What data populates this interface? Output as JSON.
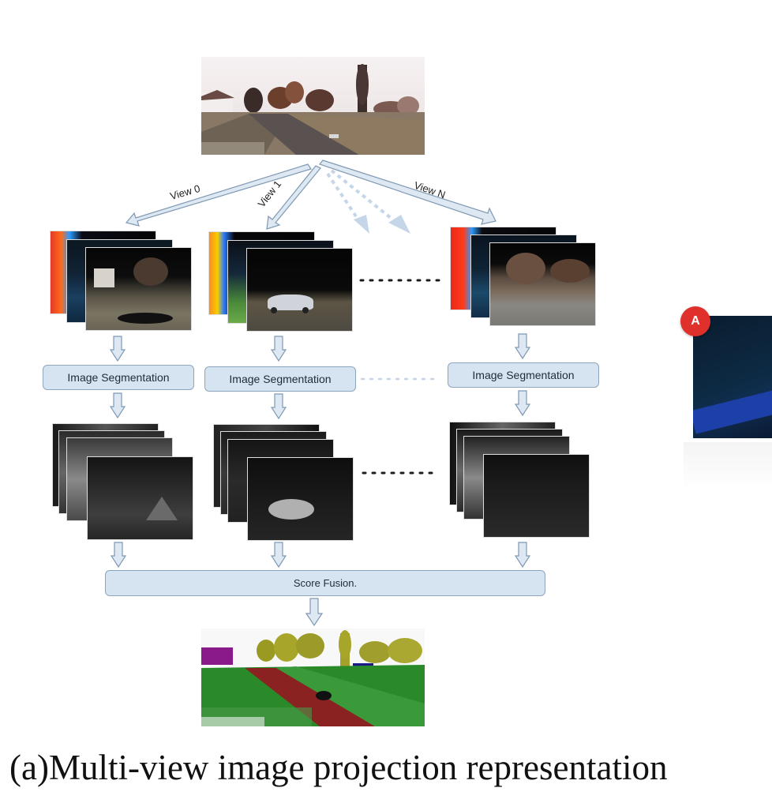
{
  "views": [
    {
      "label": "View 0"
    },
    {
      "label": "View 1"
    },
    {
      "label": "View N"
    }
  ],
  "segmentation_label": "Image Segmentation",
  "fusion_label": "Score Fusion.",
  "caption": "(a)Multi-view image projection representation",
  "side_badge": "A",
  "colors": {
    "box_fill": "#d6e4f2",
    "box_border": "#8ea6bd",
    "arrow_fill": "#dde8f3",
    "arrow_stroke": "#7f99b3",
    "badge": "#e0302c"
  }
}
